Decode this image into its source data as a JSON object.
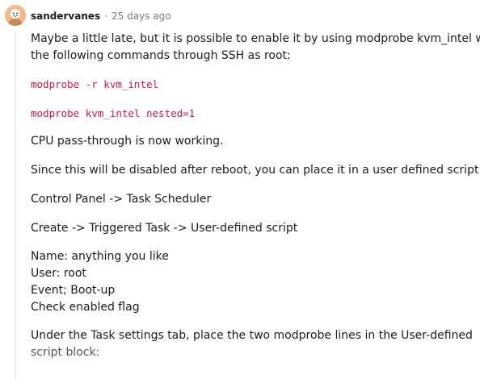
{
  "comment": {
    "author": "sandervanes",
    "separator": "·",
    "time": "25 days ago",
    "paragraphs": {
      "p1_line1": "Maybe a little late, but it is possible to enable it by using modprobe kvm_intel with",
      "p1_line2": "the following commands through SSH as root:",
      "code1": "modprobe -r kvm_intel",
      "code2": "modprobe kvm_intel nested=1",
      "p2": "CPU pass-through is now working.",
      "p3": "Since this will be disabled after reboot, you can place it in a user defined script:",
      "p4": "Control Panel -> Task Scheduler",
      "p5": "Create -> Triggered Task -> User-defined script",
      "p6_line1": "Name: anything you like",
      "p6_line2": "User: root",
      "p6_line3": "Event; Boot-up",
      "p6_line4": "Check enabled flag",
      "p7_line1": "Under the Task settings tab, place the two modprobe lines in the User-defined",
      "p7_line2": "script block:"
    }
  },
  "colors": {
    "avatar": "#f2b98a",
    "code": "#c31a4a",
    "meta": "#7c7c7c",
    "text": "#1c1c1c",
    "thread_line": "#e9ebed"
  },
  "icons": {
    "avatar": "avatar-icon"
  }
}
